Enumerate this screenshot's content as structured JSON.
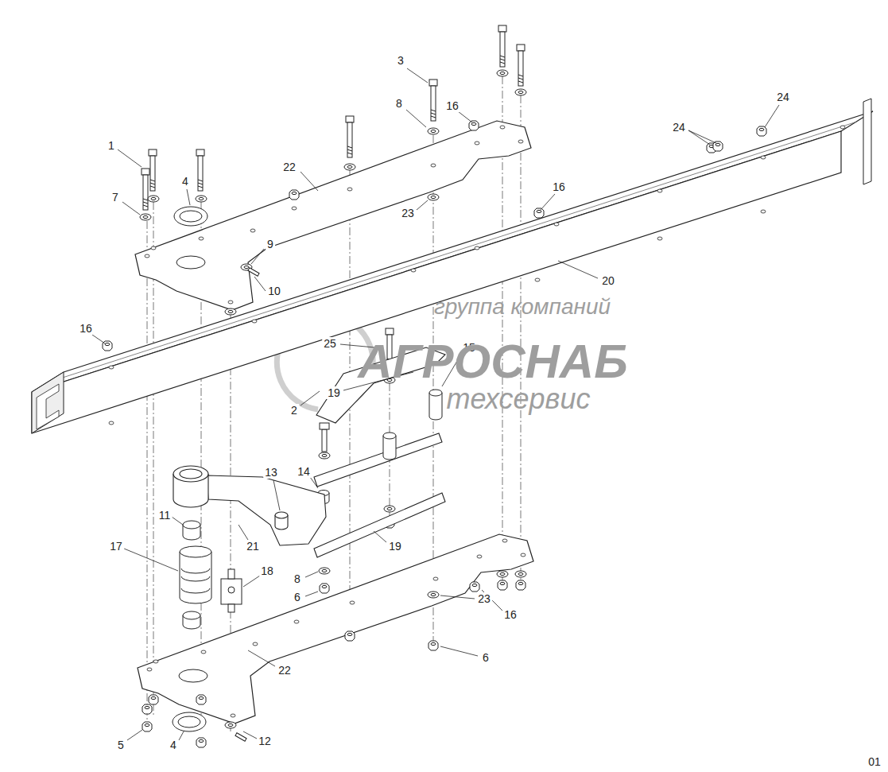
{
  "diagram": {
    "labels": [
      "3",
      "24",
      "8",
      "16",
      "24",
      "1",
      "22",
      "4",
      "16",
      "7",
      "23",
      "9",
      "20",
      "10",
      "группа компаний",
      "16",
      "25",
      "15",
      "АГРОСНАБ",
      "19",
      "техсервис",
      "2",
      "14",
      "13",
      "11",
      "17",
      "21",
      "19",
      "18",
      "8",
      "6",
      "23",
      "16",
      "6",
      "22",
      "5",
      "4",
      "12",
      "01"
    ]
  }
}
